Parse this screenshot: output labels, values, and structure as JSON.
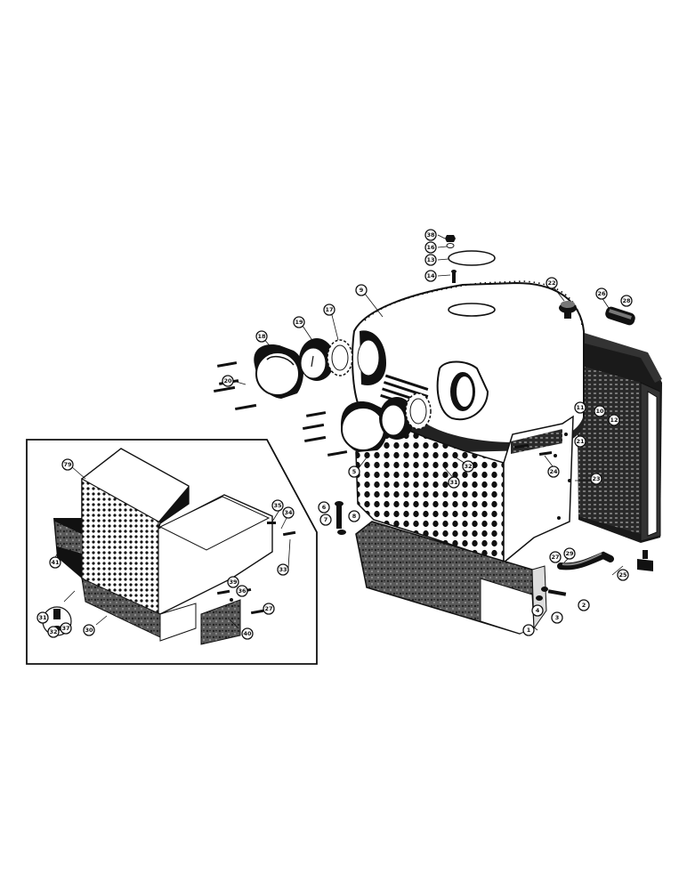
{
  "diagram": {
    "callouts": [
      {
        "id": "c-38",
        "label": "38"
      },
      {
        "id": "c-16",
        "label": "16"
      },
      {
        "id": "c-13",
        "label": "13"
      },
      {
        "id": "c-14",
        "label": "14"
      },
      {
        "id": "c-9",
        "label": "9"
      },
      {
        "id": "c-22",
        "label": "22"
      },
      {
        "id": "c-26",
        "label": "26"
      },
      {
        "id": "c-28",
        "label": "28"
      },
      {
        "id": "c-18",
        "label": "18"
      },
      {
        "id": "c-17",
        "label": "17"
      },
      {
        "id": "c-19",
        "label": "19"
      },
      {
        "id": "c-20",
        "label": "20"
      },
      {
        "id": "c-11",
        "label": "11"
      },
      {
        "id": "c-10",
        "label": "10"
      },
      {
        "id": "c-12",
        "label": "12"
      },
      {
        "id": "c-21",
        "label": "21"
      },
      {
        "id": "c-24",
        "label": "24"
      },
      {
        "id": "c-23",
        "label": "23"
      },
      {
        "id": "c-5",
        "label": "5"
      },
      {
        "id": "c-32",
        "label": "32"
      },
      {
        "id": "c-31",
        "label": "31"
      },
      {
        "id": "c-6",
        "label": "6"
      },
      {
        "id": "c-7",
        "label": "7"
      },
      {
        "id": "c-8",
        "label": "8"
      },
      {
        "id": "c-27",
        "label": "27"
      },
      {
        "id": "c-29",
        "label": "29"
      },
      {
        "id": "c-25",
        "label": "25"
      },
      {
        "id": "c-2",
        "label": "2"
      },
      {
        "id": "c-3",
        "label": "3"
      },
      {
        "id": "c-4",
        "label": "4"
      },
      {
        "id": "c-1",
        "label": "1"
      },
      {
        "id": "c-79",
        "label": "79"
      },
      {
        "id": "c-35",
        "label": "35"
      },
      {
        "id": "c-34",
        "label": "34"
      },
      {
        "id": "c-41",
        "label": "41"
      },
      {
        "id": "c-33",
        "label": "33"
      },
      {
        "id": "c-39",
        "label": "39"
      },
      {
        "id": "c-36",
        "label": "36"
      },
      {
        "id": "c-31b",
        "label": "31"
      },
      {
        "id": "c-32b",
        "label": "32"
      },
      {
        "id": "c-37",
        "label": "37"
      },
      {
        "id": "c-30",
        "label": "30"
      },
      {
        "id": "c-27b",
        "label": "27"
      },
      {
        "id": "c-40",
        "label": "40"
      }
    ]
  }
}
